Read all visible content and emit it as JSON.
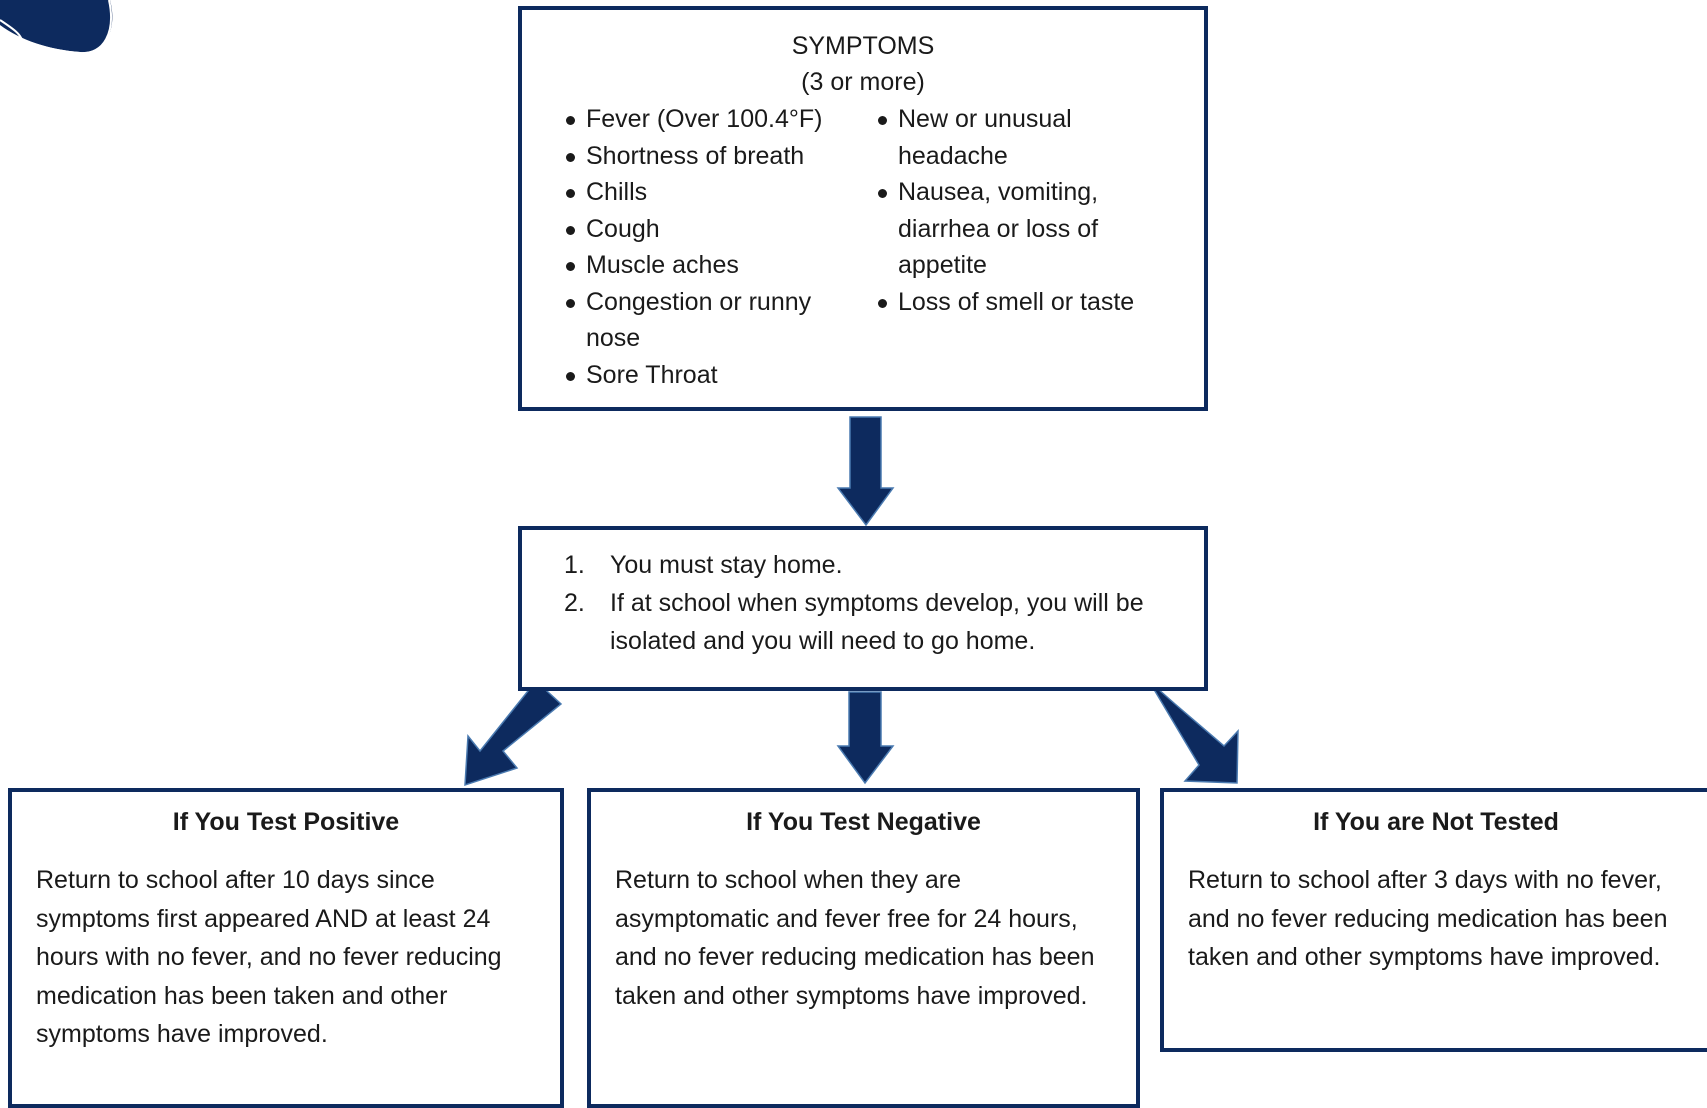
{
  "symptoms": {
    "title": "SYMPTOMS",
    "subtitle": "(3 or more)",
    "left_items": [
      "Fever (Over 100.4°F)",
      "Shortness of breath",
      "Chills",
      "Cough",
      "Muscle aches",
      "Congestion or runny nose",
      "Sore Throat"
    ],
    "right_items": [
      "New or unusual headache",
      "Nausea, vomiting, diarrhea or loss of appetite",
      "Loss of smell or taste"
    ]
  },
  "actions": {
    "items": [
      {
        "num": "1.",
        "text": "You must stay home."
      },
      {
        "num": "2.",
        "text": "If at school when symptoms develop, you will be isolated and you will need to go home."
      }
    ]
  },
  "outcomes": {
    "positive": {
      "title": "If You Test Positive",
      "body": "Return to school after 10 days since symptoms first appeared AND at least 24 hours with no fever, and no fever reducing medication has been taken and other symptoms have improved."
    },
    "negative": {
      "title": "If You Test Negative",
      "body": "Return to school when they are asymptomatic and fever free for 24 hours, and no fever reducing medication has been taken and other symptoms have improved."
    },
    "not_tested": {
      "title": "If You are Not Tested",
      "body": "Return to school after 3 days with no fever, and no fever reducing medication has been taken and other symptoms have improved."
    }
  },
  "colors": {
    "border": "#0d2a5e",
    "arrow_fill": "#0d2a5e",
    "arrow_stroke": "#4a7ab0"
  }
}
